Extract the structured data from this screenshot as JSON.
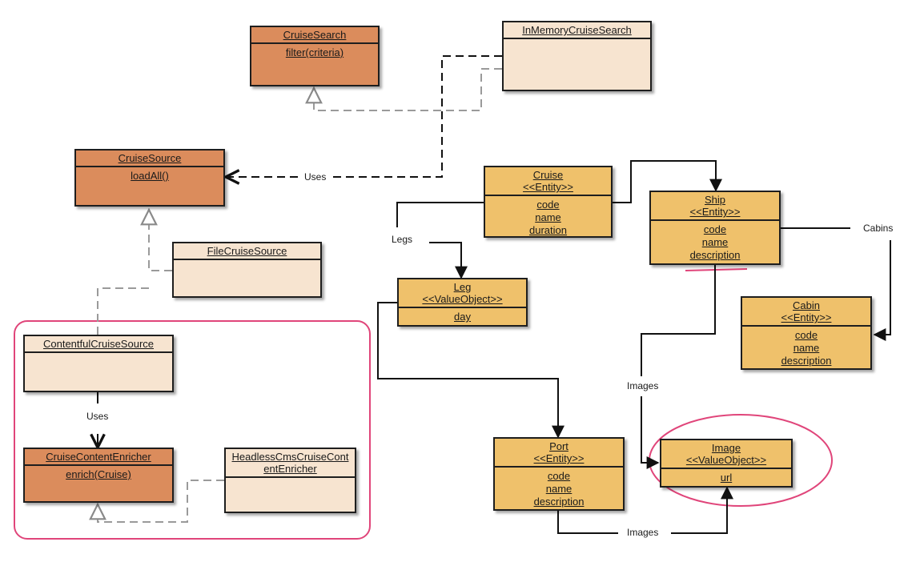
{
  "classes": {
    "cruise_search": {
      "name": "CruiseSearch",
      "members": [
        "filter(criteria)"
      ]
    },
    "in_memory_cruise_search": {
      "name": "InMemoryCruiseSearch",
      "members": []
    },
    "cruise_source": {
      "name": "CruiseSource",
      "members": [
        "loadAll()"
      ]
    },
    "file_cruise_source": {
      "name": "FileCruiseSource",
      "members": []
    },
    "contentful_cruise_source": {
      "name": "ContentfulCruiseSource",
      "members": []
    },
    "cruise_content_enricher": {
      "name": "CruiseContentEnricher",
      "members": [
        "enrich(Cruise)"
      ]
    },
    "headless_cms_enricher": {
      "name_line1": "HeadlessCmsCruiseCont",
      "name_line2": "entEnricher",
      "members": []
    },
    "cruise": {
      "name": "Cruise",
      "stereotype": "<<Entity>>",
      "members": [
        "code",
        "name",
        "duration"
      ]
    },
    "ship": {
      "name": "Ship",
      "stereotype": "<<Entity>>",
      "members": [
        "code",
        "name",
        "description"
      ]
    },
    "leg": {
      "name": "Leg",
      "stereotype": "<<ValueObject>>",
      "members": [
        "day"
      ]
    },
    "cabin": {
      "name": "Cabin",
      "stereotype": "<<Entity>>",
      "members": [
        "code",
        "name",
        "description"
      ]
    },
    "port": {
      "name": "Port",
      "stereotype": "<<Entity>>",
      "members": [
        "code",
        "name",
        "description"
      ]
    },
    "image": {
      "name": "Image",
      "stereotype": "<<ValueObject>>",
      "members": [
        "url"
      ]
    }
  },
  "edge_labels": {
    "uses_top": "Uses",
    "uses_inner": "Uses",
    "legs": "Legs",
    "cabins": "Cabins",
    "images_ship": "Images",
    "images_port": "Images"
  },
  "colors": {
    "service": "#db8c5c",
    "implementation": "#f7e4d0",
    "entity": "#efc16b",
    "highlight": "#e0457a",
    "dashed_realization": "#9a9a9a"
  }
}
